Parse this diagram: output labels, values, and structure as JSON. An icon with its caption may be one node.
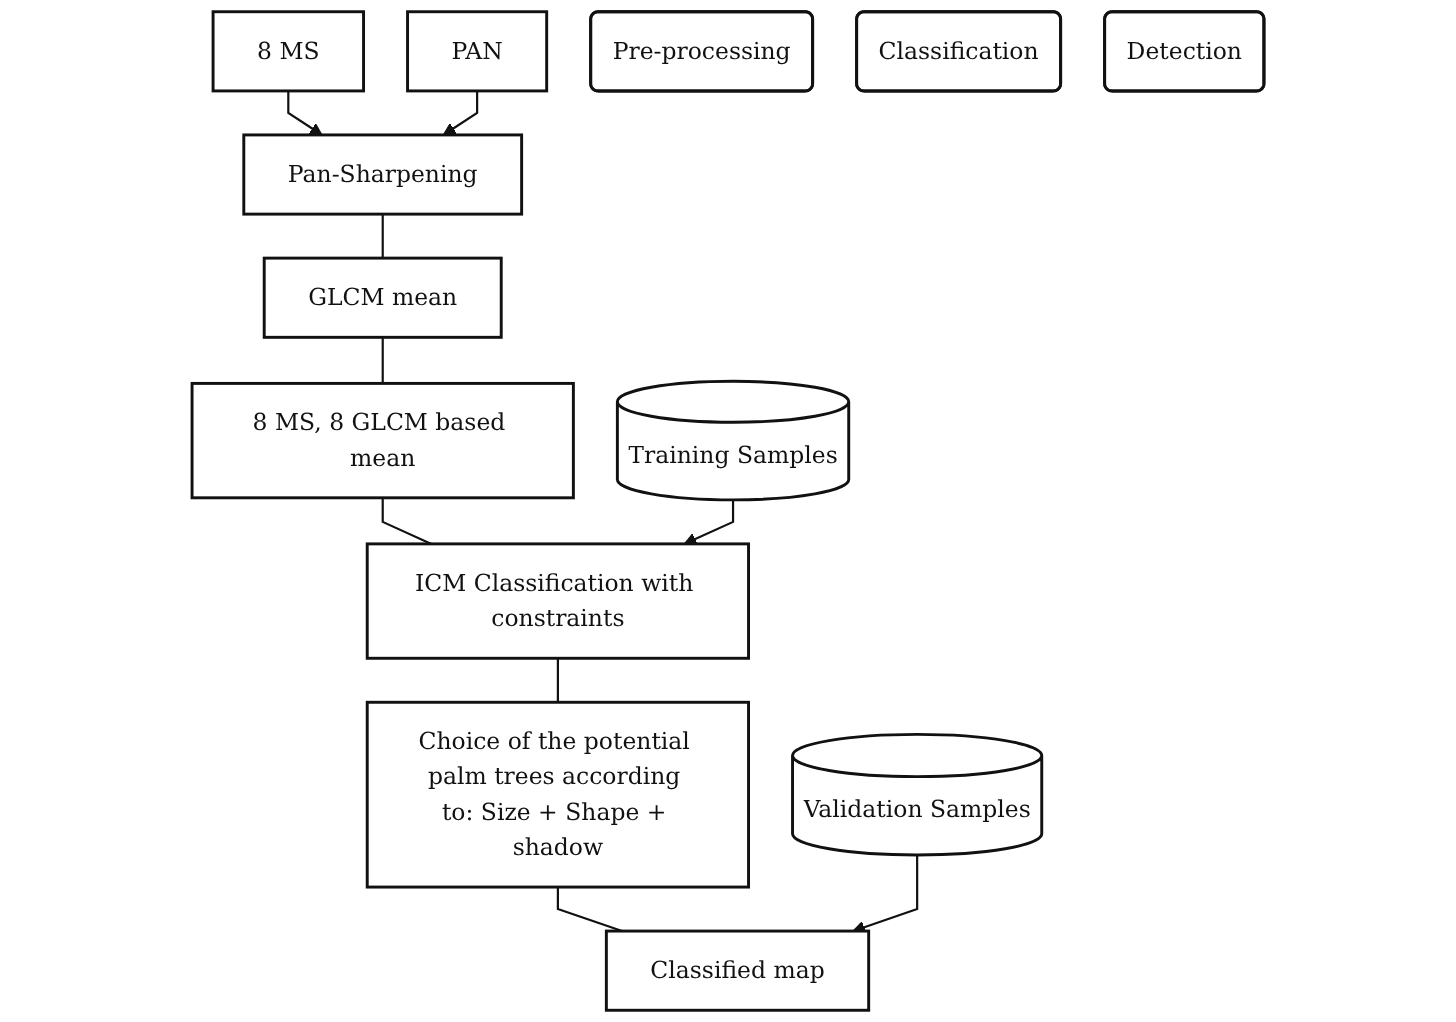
{
  "diagram": {
    "nodes": [
      {
        "text": [
          "8 MS"
        ]
      },
      {
        "text": [
          "Pan-Sharpening"
        ]
      },
      {
        "text": [
          "PAN"
        ]
      },
      {
        "text": [
          "GLCM mean"
        ]
      },
      {
        "text": [
          "8 MS, 8 GLCM based mean"
        ]
      },
      {
        "text": [
          "Training Samples"
        ]
      },
      {
        "text": [
          "ICM Classification with constraints"
        ]
      },
      {
        "text": [
          "Validation Samples"
        ]
      },
      {
        "text": [
          "Choice of the potential palm trees according to: Size + Shape + shadow"
        ]
      },
      {
        "text": [
          "Classified map"
        ]
      },
      {
        "text": [
          "Pre-processing"
        ]
      },
      {
        "text": [
          "Classification"
        ]
      },
      {
        "text": [
          "Detection"
        ]
      }
    ],
    "edges": [
      {
        "from": 0,
        "to": 1,
        "arrow": "to"
      },
      {
        "from": 2,
        "to": 1,
        "arrow": "to"
      },
      {
        "from": 1,
        "to": 3,
        "arrow": "none"
      },
      {
        "from": 3,
        "to": 4,
        "arrow": "none"
      },
      {
        "from": 4,
        "to": 6,
        "arrow": "none"
      },
      {
        "from": 5,
        "to": 6,
        "arrow": "to"
      },
      {
        "from": 6,
        "to": 8,
        "arrow": "none"
      },
      {
        "from": 8,
        "to": 9,
        "arrow": "none"
      },
      {
        "from": 7,
        "to": 9,
        "arrow": "to"
      }
    ]
  }
}
